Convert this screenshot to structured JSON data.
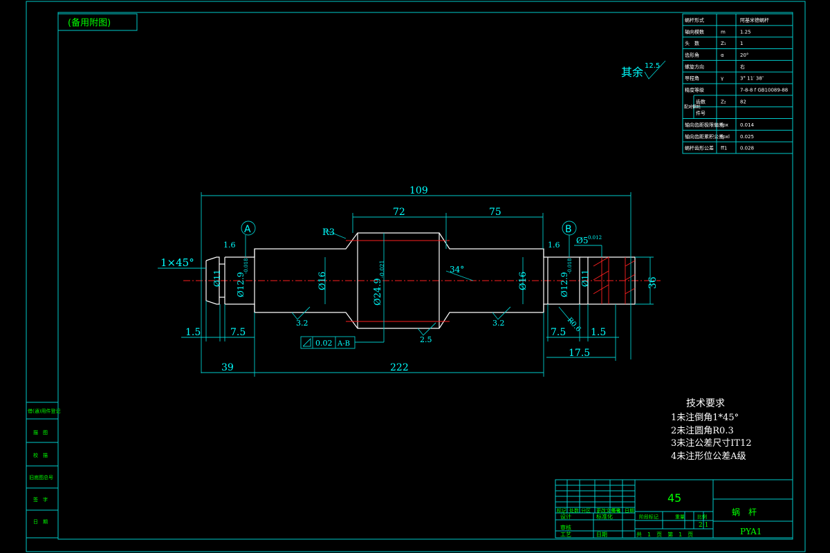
{
  "title_tag": "(备用附图)",
  "worm_table": {
    "rows": [
      {
        "param": "蜗杆形式",
        "sym": "",
        "val": "阿基米德蜗杆"
      },
      {
        "param": "轴向模数",
        "sym": "m",
        "val": "1.25"
      },
      {
        "param": "头　数",
        "sym": "Z₁",
        "val": "1"
      },
      {
        "param": "齿形角",
        "sym": "α",
        "val": "20°"
      },
      {
        "param": "螺旋方向",
        "sym": "",
        "val": "右"
      },
      {
        "param": "导程角",
        "sym": "γ",
        "val": "3° 11′ 38″"
      },
      {
        "param": "精度等级",
        "sym": "",
        "val": "7-8-8 f GB10089-88"
      }
    ],
    "pair_label": "配对蜗轮",
    "pair_rows": [
      {
        "param": "齿数",
        "sym": "Z₂",
        "val": "82"
      },
      {
        "param": "件号",
        "sym": "",
        "val": ""
      }
    ],
    "tol_rows": [
      {
        "param": "轴向齿距极限偏差",
        "sym": "fpx",
        "val": "0.014"
      },
      {
        "param": "轴向齿距累积公差",
        "sym": "fpxl",
        "val": "0.025"
      },
      {
        "param": "蜗杆齿形公差",
        "sym": "ff1",
        "val": "0.028"
      }
    ]
  },
  "roughness_note": {
    "label": "其余",
    "value": "12.5"
  },
  "dimensions": {
    "d109": "109",
    "d72": "72",
    "d75": "75",
    "r3": "R3",
    "d34": "34°",
    "chamfer": "1×45°",
    "d1_6a": "1.6",
    "d1_6b": "1.6",
    "d5": "Ø5",
    "d5_tol": "0.012",
    "dia11a": "Ø11",
    "dia12a": "Ø12.9",
    "dia12a_tol": "-0.018",
    "dia16a": "Ø16",
    "dia24": "Ø24.9",
    "dia24_tol": "-0.021",
    "dia16b": "Ø16",
    "dia12b": "Ø12.9",
    "dia12b_tol": "-0.018",
    "dia11b": "Ø11",
    "d36": "36",
    "r06": "R0.6",
    "d1_5a": "1.5",
    "d7_5a": "7.5",
    "d7_5b": "7.5",
    "d1_5b": "1.5",
    "d17_5": "17.5",
    "d39": "39",
    "d222": "222",
    "rough_a": "3.2",
    "rough_b": "2.5",
    "rough_c": "3.2",
    "datum_a": "A",
    "datum_b": "B",
    "gtol_val": "0.02",
    "gtol_ref": "A-B"
  },
  "tech_req": {
    "title": "技术要求",
    "items": [
      "1未注倒角1*45°",
      "2未注圆角R0.3",
      "3未注公差尺寸IT12",
      "4未注形位公差A级"
    ]
  },
  "left_strip": [
    "借(通)用件登记",
    "描　图",
    "校　描",
    "旧底图总号",
    "签　字",
    "日　期"
  ],
  "title_block": {
    "material": "45",
    "part_name": "蜗　杆",
    "drawing_no": "PYA1",
    "scale": "2:1",
    "header_cells": [
      "标记",
      "处数",
      "分区",
      "更改文件号",
      "签名",
      "日期"
    ],
    "role_design": "设计",
    "role_std": "标准化",
    "role_check": "审核",
    "role_process": "工艺",
    "role_date": "日期",
    "stage_cols": [
      "阶段标记",
      "重量",
      "比例"
    ],
    "sheet_text": "共　1　页　第　1　页"
  }
}
